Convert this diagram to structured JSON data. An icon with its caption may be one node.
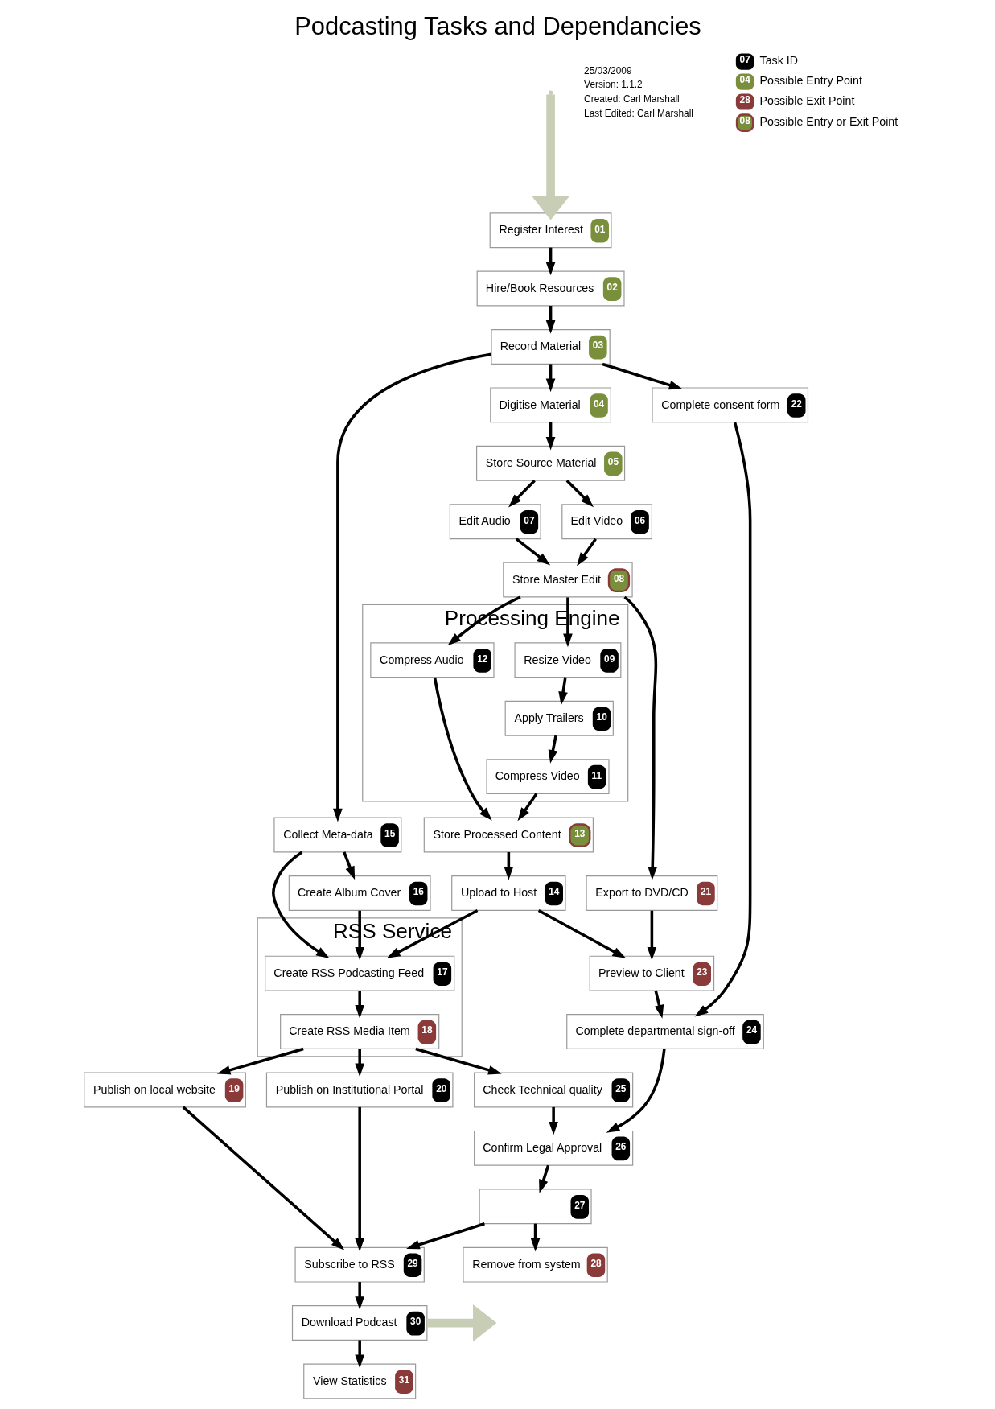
{
  "diagram": {
    "title": "Podcasting Tasks and Dependancies",
    "nodes": [
      {
        "text": [
          "Register Interest",
          "01"
        ]
      },
      {
        "text": [
          "Hire/Book Resources",
          "02"
        ]
      },
      {
        "text": [
          "Record Material",
          "03"
        ]
      },
      {
        "text": [
          "Digitise Material",
          "04"
        ]
      },
      {
        "text": [
          "Store Source Material",
          "05"
        ]
      },
      {
        "text": [
          "Edit Video",
          "06"
        ]
      },
      {
        "text": [
          "Edit Audio",
          "07"
        ]
      },
      {
        "text": [
          "Store Master Edit",
          "08"
        ]
      },
      {
        "text": [
          "Processing Engine"
        ]
      },
      {
        "text": [
          "Resize Video",
          "09"
        ],
        "in": 8
      },
      {
        "text": [
          "Apply Trailers",
          "10"
        ],
        "in": 8
      },
      {
        "text": [
          "Compress Video",
          "11"
        ],
        "in": 8
      },
      {
        "text": [
          "Compress Audio",
          "12"
        ],
        "in": 8
      },
      {
        "text": [
          "Store Processed Content",
          "13"
        ]
      },
      {
        "text": [
          "Upload to Host",
          "14"
        ]
      },
      {
        "text": [
          "Collect Meta-data",
          "15"
        ]
      },
      {
        "text": [
          "Create Album Cover",
          "16"
        ]
      },
      {
        "text": [
          "RSS Service"
        ]
      },
      {
        "text": [
          "Create RSS Podcasting Feed",
          "17"
        ],
        "in": 17
      },
      {
        "text": [
          "Create RSS Media Item",
          "18"
        ],
        "in": 17
      },
      {
        "text": [
          "Publish on local website",
          "19"
        ]
      },
      {
        "text": [
          "Publish on Institutional Portal",
          "20"
        ]
      },
      {
        "text": [
          "Export to DVD/CD",
          "21"
        ]
      },
      {
        "text": [
          "Complete consent form",
          "22"
        ]
      },
      {
        "text": [
          "Preview to Client",
          "23"
        ]
      },
      {
        "text": [
          "Complete departmental sign-off",
          "24"
        ]
      },
      {
        "text": [
          "Check Technical quality",
          "25"
        ]
      },
      {
        "text": [
          "Confirm Legal Approval",
          "26"
        ]
      },
      {
        "text": [
          "27"
        ]
      },
      {
        "text": [
          "Remove from system",
          "28"
        ]
      },
      {
        "text": [
          "Subscribe to RSS",
          "29"
        ]
      },
      {
        "text": [
          "Download Podcast",
          "30"
        ]
      },
      {
        "text": [
          "View Statistics",
          "31"
        ]
      }
    ],
    "edges": [
      {
        "from": null,
        "to": 0,
        "arrow": "to",
        "style": "thick",
        "color": "#c8cdb6"
      },
      {
        "from": 0,
        "to": 1,
        "arrow": "to"
      },
      {
        "from": 1,
        "to": 2,
        "arrow": "to"
      },
      {
        "from": 2,
        "to": 23,
        "arrow": "to"
      },
      {
        "from": 2,
        "to": 15,
        "arrow": "to"
      },
      {
        "from": 2,
        "to": 3,
        "arrow": "to"
      },
      {
        "from": 3,
        "to": 4,
        "arrow": "to"
      },
      {
        "from": 4,
        "to": 6,
        "arrow": "to"
      },
      {
        "from": 4,
        "to": 5,
        "arrow": "to"
      },
      {
        "from": 6,
        "to": 7,
        "arrow": "to"
      },
      {
        "from": 5,
        "to": 7,
        "arrow": "to"
      },
      {
        "from": 7,
        "to": 22,
        "arrow": "to"
      },
      {
        "from": 7,
        "to": 12,
        "arrow": "to"
      },
      {
        "from": 7,
        "to": 9,
        "arrow": "to"
      },
      {
        "from": 9,
        "to": 10,
        "arrow": "to"
      },
      {
        "from": 10,
        "to": 11,
        "arrow": "to"
      },
      {
        "from": 11,
        "to": 13,
        "arrow": "to"
      },
      {
        "from": 12,
        "to": 13,
        "arrow": "to"
      },
      {
        "from": 13,
        "to": 14,
        "arrow": "to"
      },
      {
        "from": 14,
        "to": 18,
        "arrow": "to"
      },
      {
        "from": 14,
        "to": 24,
        "arrow": "to"
      },
      {
        "from": 15,
        "to": 16,
        "arrow": "to"
      },
      {
        "from": 15,
        "to": 18,
        "arrow": "to"
      },
      {
        "from": 16,
        "to": 18,
        "arrow": "to"
      },
      {
        "from": 18,
        "to": 19,
        "arrow": "to"
      },
      {
        "from": 19,
        "to": 26,
        "arrow": "to"
      },
      {
        "from": 19,
        "to": 21,
        "arrow": "to"
      },
      {
        "from": 19,
        "to": 20,
        "arrow": "to"
      },
      {
        "from": 20,
        "to": 30,
        "arrow": "to"
      },
      {
        "from": 21,
        "to": 30,
        "arrow": "to"
      },
      {
        "from": 28,
        "to": 30,
        "arrow": "to"
      },
      {
        "from": 22,
        "to": 24,
        "arrow": "to"
      },
      {
        "from": 23,
        "to": 25,
        "arrow": "to"
      },
      {
        "from": 24,
        "to": 25,
        "arrow": "to"
      },
      {
        "from": 25,
        "to": 27,
        "arrow": "to"
      },
      {
        "from": 26,
        "to": 27,
        "arrow": "to"
      },
      {
        "from": 27,
        "to": 28,
        "arrow": "to"
      },
      {
        "from": 28,
        "to": 29,
        "arrow": "to"
      },
      {
        "from": 30,
        "to": 31,
        "arrow": "to"
      },
      {
        "from": 31,
        "to": 32,
        "arrow": "to"
      },
      {
        "from": 31,
        "to": null,
        "arrow": "to",
        "style": "thick",
        "color": "#c8cdb6"
      }
    ],
    "labels": [
      "25/03/2009",
      "Version: 1.1.2",
      "Created: Carl Marshall",
      "Last Edited: Carl Marshall",
      "07",
      "04",
      "28",
      "08"
    ],
    "legend": [
      {
        "text": "Task ID",
        "color": "#000000"
      },
      {
        "text": "Possible Entry Point",
        "color": "#7a8f3c"
      },
      {
        "text": "Possible Exit Point",
        "color": "#8b3a3a"
      },
      {
        "text": "Possible Entry or Exit Point"
      }
    ]
  }
}
